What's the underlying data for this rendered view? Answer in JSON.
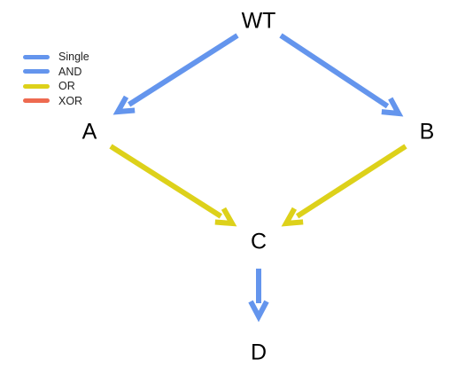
{
  "legend": {
    "items": [
      {
        "label": "Single",
        "color": "#6495ED"
      },
      {
        "label": "AND",
        "color": "#6495ED"
      },
      {
        "label": "OR",
        "color": "#DDD11A"
      },
      {
        "label": "XOR",
        "color": "#EE6A50"
      }
    ]
  },
  "nodes": {
    "wt": "WT",
    "a": "A",
    "b": "B",
    "c": "C",
    "d": "D"
  },
  "edges": [
    {
      "from": "WT",
      "to": "A",
      "type": "Single",
      "color": "#6495ED"
    },
    {
      "from": "WT",
      "to": "B",
      "type": "Single",
      "color": "#6495ED"
    },
    {
      "from": "A",
      "to": "C",
      "type": "OR",
      "color": "#DDD11A"
    },
    {
      "from": "B",
      "to": "C",
      "type": "OR",
      "color": "#DDD11A"
    },
    {
      "from": "C",
      "to": "D",
      "type": "Single",
      "color": "#6495ED"
    }
  ]
}
